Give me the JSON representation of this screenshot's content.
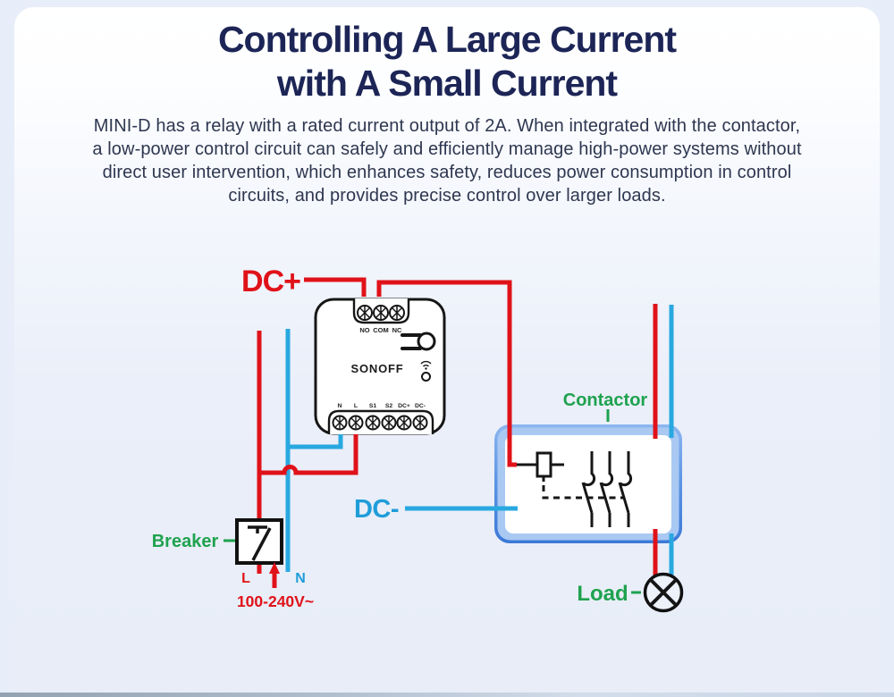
{
  "header": {
    "title_line1": "Controlling A Large Current",
    "title_line2": "with A Small Current",
    "description": [
      "MINI-D has a relay with a rated current output of 2A. When integrated with the contactor,",
      "a low-power control circuit can safely and efficiently manage high-power systems without",
      "direct user intervention, which enhances safety, reduces power consumption in control",
      "circuits, and provides precise control over larger loads."
    ]
  },
  "diagram": {
    "wire_labels": {
      "dc_plus": "DC+",
      "dc_minus": "DC-",
      "line": "L",
      "neutral": "N",
      "voltage": "100-240V~"
    },
    "component_labels": {
      "contactor": "Contactor",
      "breaker": "Breaker",
      "load": "Load"
    },
    "device": {
      "brand": "SONOFF",
      "top_terminals": [
        "NO",
        "COM",
        "NC"
      ],
      "bottom_terminals": [
        "N",
        "L",
        "S1",
        "S2",
        "DC+",
        "DC-"
      ]
    },
    "colors": {
      "live": "#e01219",
      "neutral": "#29a8e0",
      "green": "#1fa24f",
      "title_navy": "#1c2556"
    }
  }
}
